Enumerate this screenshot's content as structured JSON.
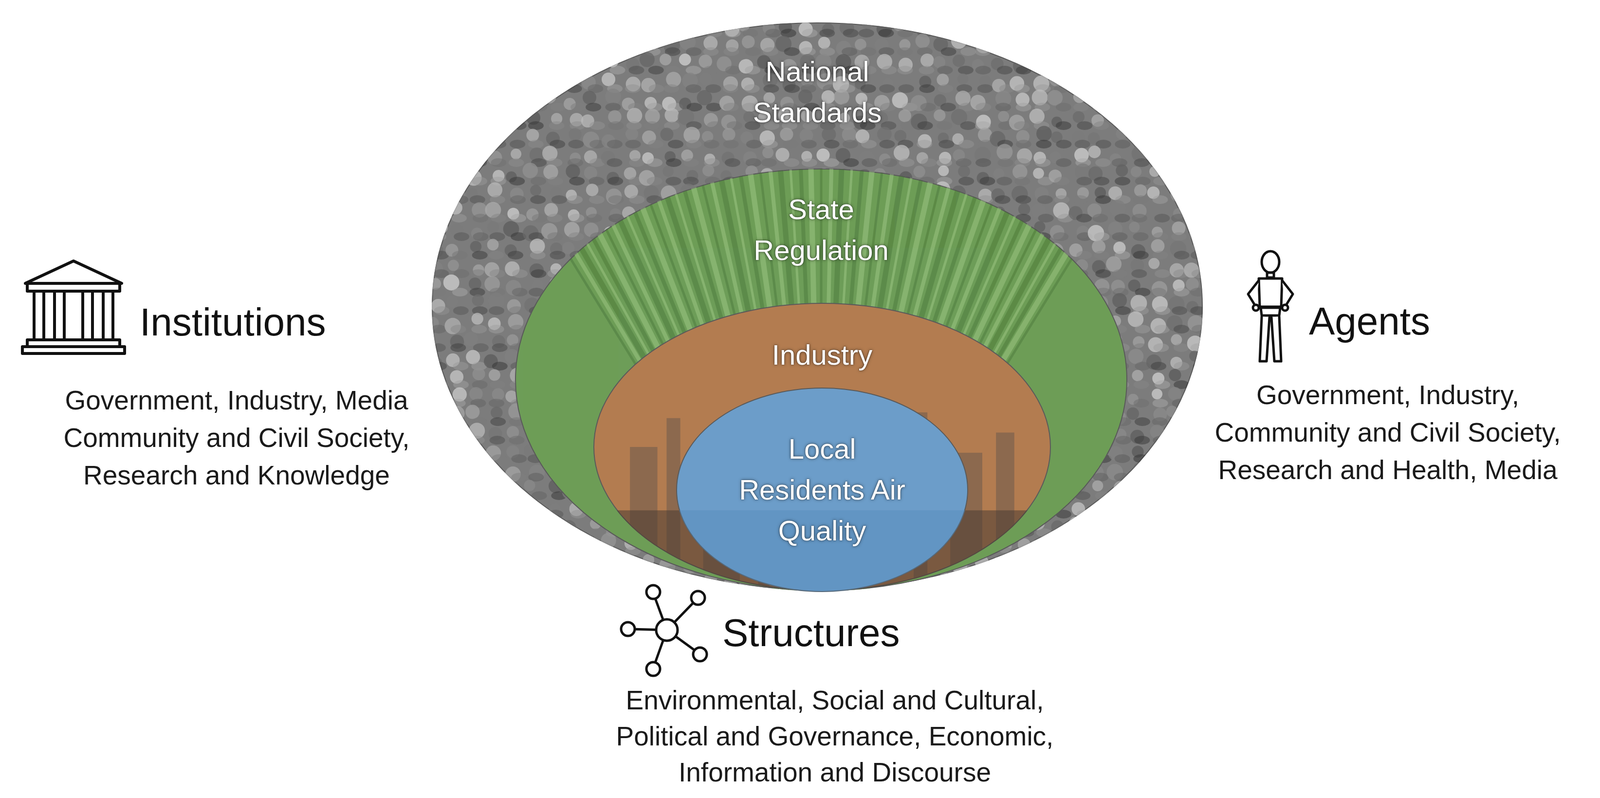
{
  "diagram": {
    "nodes": [
      {
        "text": [
          "National Standards"
        ]
      },
      {
        "text": [
          "State Regulation"
        ],
        "in": 0
      },
      {
        "text": [
          "Industry"
        ],
        "in": 1
      },
      {
        "text": [
          "Local Residents Air Quality"
        ],
        "in": 2
      }
    ],
    "labels": [
      "Institutions",
      "Government, Industry, Media Community and Civil Society, Research and Knowledge",
      "Agents",
      "Government, Industry, Community and Civil Society, Research and Health, Media",
      "Structures",
      "Environmental, Social and Cultural, Political and Governance, Economic, Information and Discourse"
    ]
  }
}
